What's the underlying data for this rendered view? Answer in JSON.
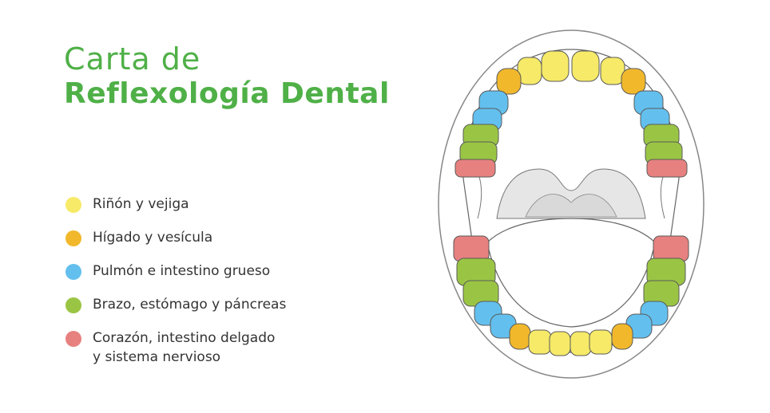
{
  "title": {
    "line1": "Carta de",
    "line2": "Reflexología Dental"
  },
  "legend": [
    {
      "label": "Riñón y vejiga",
      "color": "#f6ea68"
    },
    {
      "label": "Hígado y vesícula",
      "color": "#f1b82c"
    },
    {
      "label": "Pulmón e intestino grueso",
      "color": "#63c0ee"
    },
    {
      "label": "Brazo, estómago y páncreas",
      "color": "#9ac544"
    },
    {
      "label_line1": "Corazón, intestino delgado",
      "label_line2": "y sistema nervioso",
      "color": "#e6817f"
    }
  ],
  "colors": {
    "kidney": "#f6ea68",
    "liver": "#f1b82c",
    "lung": "#63c0ee",
    "stomach": "#9ac544",
    "heart": "#e6817f",
    "tissue": "#e6e6e6",
    "outline": "#5a5a5a"
  }
}
